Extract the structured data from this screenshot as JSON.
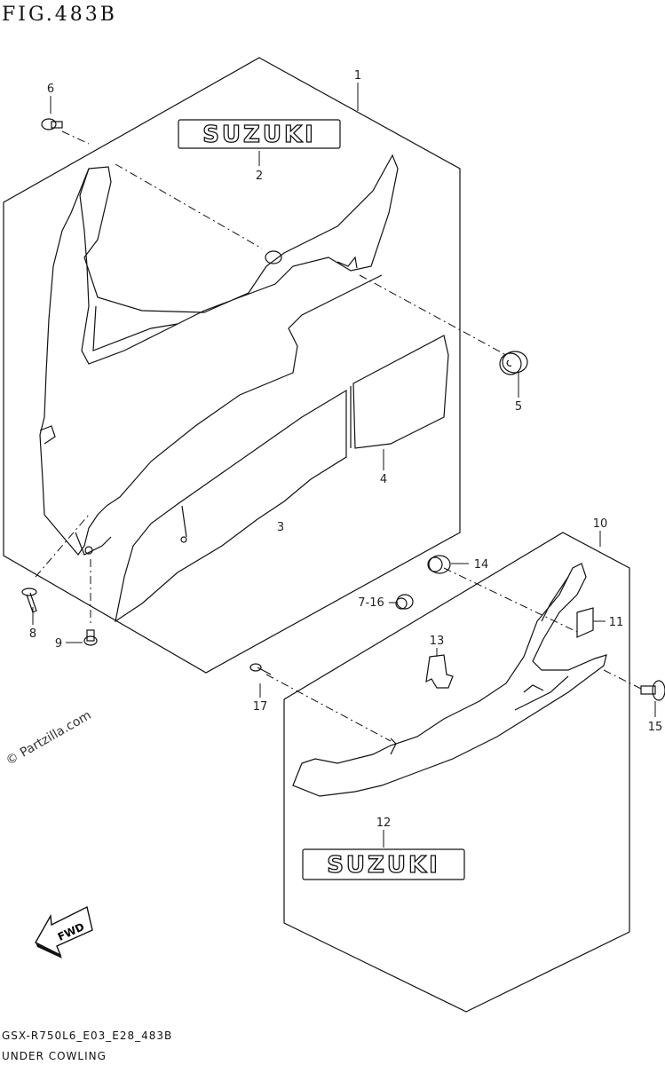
{
  "figure": {
    "title": "FIG.483B",
    "code": "GSX-R750L6_E03_E28_483B",
    "name": "UNDER COWLING",
    "watermark": "© Partzilla.com"
  },
  "logos": [
    {
      "id": "logo-1",
      "text": "SUZUKI"
    },
    {
      "id": "logo-2",
      "text": "SUZUKI"
    }
  ],
  "fwd_label": "FWD",
  "callouts": [
    "1",
    "2",
    "3",
    "4",
    "5",
    "6",
    "7-16",
    "8",
    "9",
    "10",
    "11",
    "12",
    "13",
    "14",
    "15",
    "17"
  ]
}
